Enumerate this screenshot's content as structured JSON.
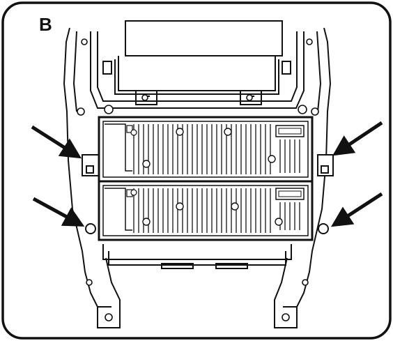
{
  "figure": {
    "panel_label": "B"
  },
  "colors": {
    "line": "#111111",
    "background": "#ffffff",
    "frame": "#111111"
  },
  "components": {
    "dash_bezel": "dash-bezel",
    "display_opening": "display-opening",
    "upper_radio_unit": "upper-radio-unit",
    "lower_radio_unit": "lower-radio-unit",
    "mounting_arrows": [
      "arrow-upper-left",
      "arrow-upper-right",
      "arrow-lower-left",
      "arrow-lower-right"
    ],
    "screws": [
      "screw"
    ]
  }
}
